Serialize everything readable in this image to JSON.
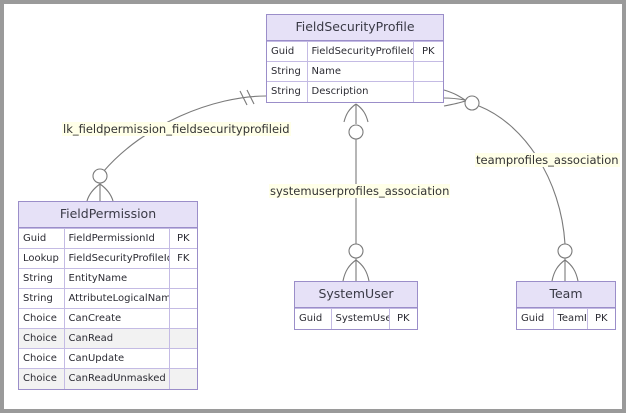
{
  "diagram": {
    "type": "entity-relationship-diagram",
    "notation": "crows-foot",
    "colors": {
      "entity_border": "#9b8ec9",
      "entity_header_fill": "#e6e1f7",
      "cell_border": "#c4bbe4",
      "edge_line": "#7a7a7a",
      "canvas_border": "#9a9a9a",
      "label_highlight": "#ffffe8",
      "row_tint": "#f2f2f2"
    }
  },
  "entities": {
    "field_security_profile": {
      "title": "FieldSecurityProfile",
      "columns": [
        "type",
        "name",
        "key"
      ],
      "attributes": [
        {
          "type": "Guid",
          "name": "FieldSecurityProfileId",
          "key": "PK"
        },
        {
          "type": "String",
          "name": "Name",
          "key": ""
        },
        {
          "type": "String",
          "name": "Description",
          "key": ""
        }
      ]
    },
    "field_permission": {
      "title": "FieldPermission",
      "columns": [
        "type",
        "name",
        "key"
      ],
      "attributes": [
        {
          "type": "Guid",
          "name": "FieldPermissionId",
          "key": "PK"
        },
        {
          "type": "Lookup",
          "name": "FieldSecurityProfileId",
          "key": "FK"
        },
        {
          "type": "String",
          "name": "EntityName",
          "key": ""
        },
        {
          "type": "String",
          "name": "AttributeLogicalName",
          "key": ""
        },
        {
          "type": "Choice",
          "name": "CanCreate",
          "key": ""
        },
        {
          "type": "Choice",
          "name": "CanRead",
          "key": ""
        },
        {
          "type": "Choice",
          "name": "CanUpdate",
          "key": ""
        },
        {
          "type": "Choice",
          "name": "CanReadUnmasked",
          "key": ""
        }
      ]
    },
    "system_user": {
      "title": "SystemUser",
      "columns": [
        "type",
        "name",
        "key"
      ],
      "attributes": [
        {
          "type": "Guid",
          "name": "SystemUserId",
          "key": "PK"
        }
      ]
    },
    "team": {
      "title": "Team",
      "columns": [
        "type",
        "name",
        "key"
      ],
      "attributes": [
        {
          "type": "Guid",
          "name": "TeamID",
          "key": "PK"
        }
      ]
    }
  },
  "relationships": [
    {
      "label": "lk_fieldpermission_fieldsecurityprofileid",
      "from": "FieldSecurityProfile",
      "to": "FieldPermission",
      "from_cardinality": "one-and-only-one",
      "to_cardinality": "zero-or-many"
    },
    {
      "label": "systemuserprofiles_association",
      "from": "FieldSecurityProfile",
      "to": "SystemUser",
      "from_cardinality": "zero-or-many",
      "to_cardinality": "zero-or-many"
    },
    {
      "label": "teamprofiles_association",
      "from": "FieldSecurityProfile",
      "to": "Team",
      "from_cardinality": "zero-or-many",
      "to_cardinality": "zero-or-many"
    }
  ]
}
